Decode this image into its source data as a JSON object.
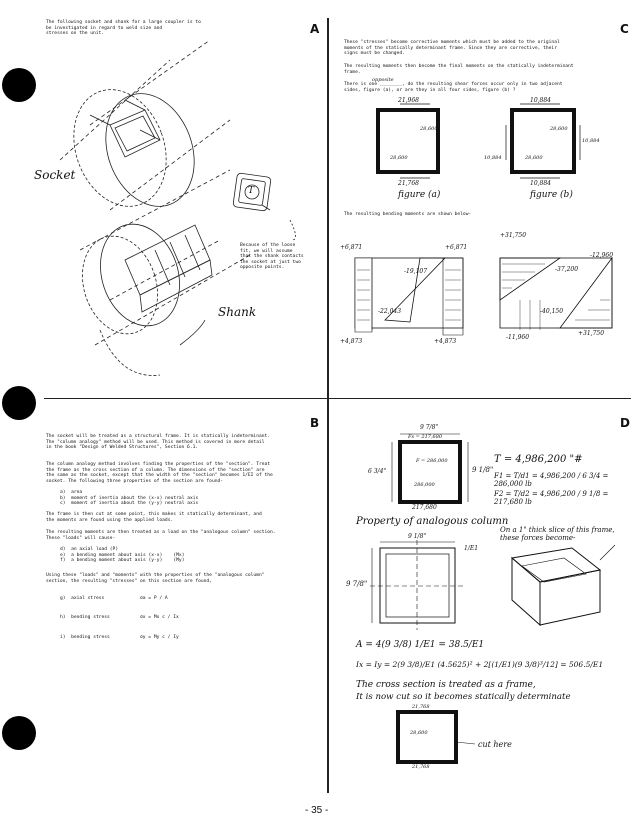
{
  "page_number": "- 35 -",
  "panels": {
    "A": {
      "letter": "A",
      "intro": "The following socket and shank for a large coupler is to\nbe investigated in regard to weld size and\nstresses on the unit.",
      "socket_label": "Socket",
      "shank_label": "Shank",
      "torque_symbol": "T",
      "note": "Because of the loose\nfit, we will assume\nthat the shank contacts\nthe socket at just two\nopposite points."
    },
    "B": {
      "letter": "B",
      "para1": "The socket will be treated as a structural frame. It is statically indeterminant.\nThe \"column analogy\" method will be used. This method is covered in more detail\nin the book \"Design of Welded Structures\", Section 6.1.",
      "para2": "The column analogy method involves finding the properties of the \"section\". Treat\nthe frame as the cross section of a column. The dimensions of the \"section\" are\nthe same as the socket, except that the width of the \"section\" becomes 1/EI of the\nsocket. The following three properties of the section are found-",
      "props": [
        "a)  area",
        "b)  moment of inertia about the (x-x) neutral axis",
        "c)  moment of inertia about the (y-y) neutral axis"
      ],
      "para3": "The frame is then cut at some point, this makes it statically determinant, and\nthe moments are found using the applied loads.",
      "para4": "The resulting moments are then treated as a load on the \"analogous column\" section.\nThese \"loads\" will cause-",
      "loads": [
        "d)  an axial load (P)",
        "e)  a bending moment about axis (x-x)    (Mx)",
        "f)  a bending moment about axis (y-y)    (My)"
      ],
      "para5": "Using these \"loads\" and \"moments\" with the properties of the \"analogous column\"\nsection, the resulting \"stresses\" on this section are found,",
      "stresses": [
        {
          "label": "g)  axial stress",
          "formula": "σa = P / A"
        },
        {
          "label": "h)  bending stress",
          "formula": "σx = Mx c / Ix"
        },
        {
          "label": "i)  bending stress",
          "formula": "σy = My c / Iy"
        }
      ]
    },
    "C": {
      "letter": "C",
      "para1": "These \"stresses\" become corrective moments which must be added to the original\nmoments of the statically determinant frame. Since they are corrective, their\nsigns must be changed.",
      "para2": "The resulting moments then become the final moments on the statically indeterminant\nframe.",
      "para3_insert": "opposite",
      "para3": "There is one ________, do the resulting shear forces occur only in two adjacent\nsides, figure (a), or are they in all four sides, figure (b) ?",
      "fig_a": {
        "caption": "figure (a)",
        "top": "21,968",
        "r1": "28,600",
        "mid": "28,600",
        "bottom": "21,768"
      },
      "fig_b": {
        "caption": "figure (b)",
        "top": "10,884",
        "r1": "28,600",
        "right": "10,884",
        "left": "10,884",
        "mid": "28,600",
        "bottom": "10,884"
      },
      "para4": "The resulting bending moments are shown below-",
      "moments_a": [
        "+6,871",
        "+6,871",
        "-19,107",
        "-22,043",
        "+4,873",
        "+4,873"
      ],
      "moments_b": [
        "+31,750",
        "-12,960",
        "-37,200",
        "-40,150",
        "-11,960",
        "+31,750"
      ]
    },
    "D": {
      "letter": "D",
      "dim_top": "9 7/8\"",
      "dim_left": "6 3/4\"",
      "dim_right": "9 1/8\"",
      "box_fs": "Fs = 217,680",
      "box_fs2": "F = 286,000",
      "box_mid": "286,000",
      "box_bottom": "217,680",
      "eq_T": "T = 4,986,200 \"#",
      "eq_F1": "F1 = T/d1 = 4,986,200 / 6 3/4 = 286,000 lb",
      "eq_F2": "F2 = T/d2 = 4,986,200 / 9 1/8 = 217,680 lb",
      "prop_title": "Property of analogous column",
      "slice_note": "On a 1\" thick slice of this frame,\nthese forces become-",
      "fig_dim_top": "9 1/8\"",
      "fig_dim_left": "9 7/8\"",
      "fig_frac": "1/E1",
      "eq_A": "A = 4(9 3/8) 1/E1 = 38.5/E1",
      "eq_I": "Ix = Iy = 2(9 3/8)/E1 (4.5625)² + 2[(1/E1)(9 3/8)³/12] = 506.5/E1",
      "statement1": "The cross section is treated as a frame,",
      "statement2": "It is now cut so it becomes statically determinate",
      "cut_top": "21,768",
      "cut_mid": "28,600",
      "cut_bottom": "21,768",
      "cut_label": "cut here"
    }
  }
}
